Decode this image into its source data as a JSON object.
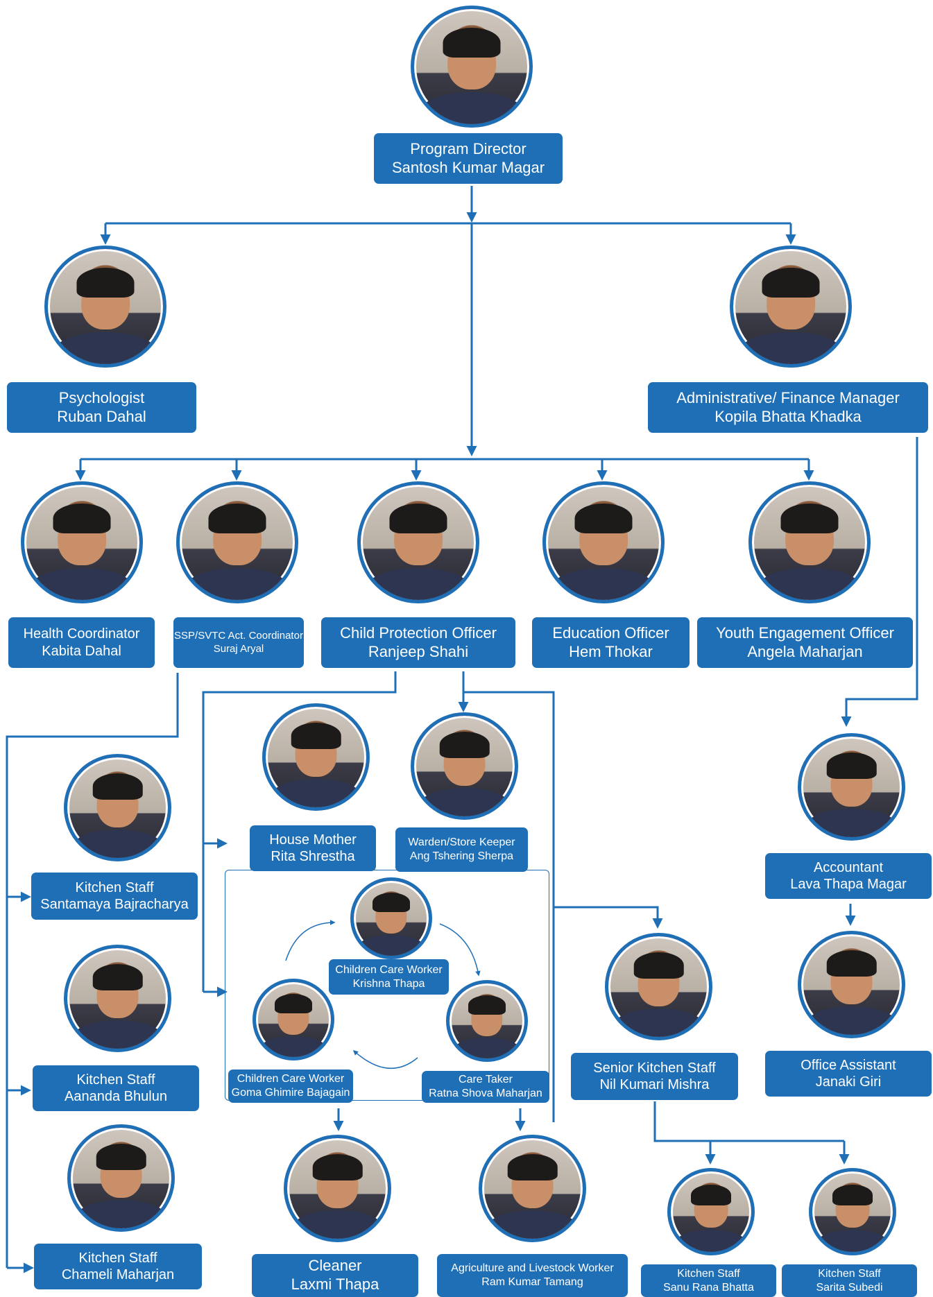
{
  "colors": {
    "primary": "#1f6fb6",
    "accent": "#e2262b",
    "text_on_primary": "#ffffff"
  },
  "nodes": {
    "director": {
      "title": "Program Director",
      "name": "Santosh Kumar Magar"
    },
    "psychologist": {
      "title": "Psychologist",
      "name": "Ruban Dahal"
    },
    "admin_finance": {
      "title": "Administrative/ Finance Manager",
      "name": "Kopila Bhatta Khadka"
    },
    "health": {
      "title": "Health Coordinator",
      "name": "Kabita Dahal"
    },
    "ssp": {
      "title": "SSP/SVTC Act. Coordinator",
      "name": "Suraj Aryal"
    },
    "cpo": {
      "title": "Child Protection Officer",
      "name": "Ranjeep Shahi"
    },
    "education": {
      "title": "Education Officer",
      "name": "Hem Thokar"
    },
    "youth": {
      "title": "Youth Engagement Officer",
      "name": "Angela Maharjan"
    },
    "kitchen1": {
      "title": "Kitchen Staff",
      "name": "Santamaya Bajracharya"
    },
    "kitchen2": {
      "title": "Kitchen Staff",
      "name": "Aananda Bhulun"
    },
    "kitchen3": {
      "title": "Kitchen Staff",
      "name": "Chameli Maharjan"
    },
    "house_mother": {
      "title": "House Mother",
      "name": "Rita Shrestha"
    },
    "warden": {
      "title": "Warden/Store Keeper",
      "name": "Ang Tshering Sherpa"
    },
    "ccw_krishna": {
      "title": "Children Care Worker",
      "name": "Krishna Thapa"
    },
    "ccw_goma": {
      "title": "Children Care Worker",
      "name": "Goma Ghimire Bajagain"
    },
    "care_taker": {
      "title": "Care Taker",
      "name": "Ratna Shova Maharjan"
    },
    "cleaner": {
      "title": "Cleaner",
      "name": "Laxmi Thapa"
    },
    "agri": {
      "title": "Agriculture and Livestock Worker",
      "name": "Ram Kumar Tamang"
    },
    "senior_kitchen": {
      "title": "Senior Kitchen Staff",
      "name": "Nil Kumari Mishra"
    },
    "kitchen_sanu": {
      "title": "Kitchen Staff",
      "name": "Sanu Rana Bhatta"
    },
    "kitchen_sarita": {
      "title": "Kitchen Staff",
      "name": "Sarita Subedi"
    },
    "accountant": {
      "title": "Accountant",
      "name": "Lava Thapa Magar"
    },
    "office_assistant": {
      "title": "Office Assistant",
      "name": "Janaki Giri"
    }
  }
}
